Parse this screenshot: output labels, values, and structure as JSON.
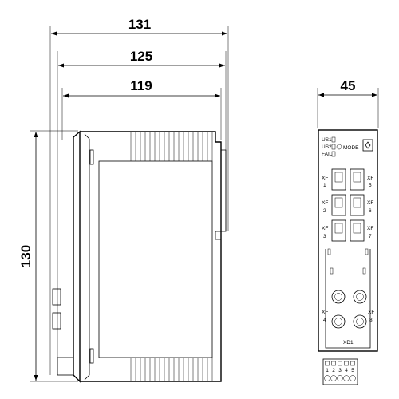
{
  "dimensions": {
    "overall_depth": "131",
    "depth_middle": "125",
    "depth_inner": "119",
    "height": "130",
    "width": "45"
  },
  "front_panel": {
    "led_us1": "US1",
    "led_us2": "US2",
    "mode_label": "MODE",
    "led_fail": "FAIL",
    "port_xf1_name": "XF",
    "port_xf1_num": "1",
    "port_xf2_name": "XF",
    "port_xf2_num": "2",
    "port_xf3_name": "XF",
    "port_xf3_num": "3",
    "port_xf5_name": "XF",
    "port_xf5_num": "5",
    "port_xf6_name": "XF",
    "port_xf6_num": "6",
    "port_xf7_name": "XF",
    "port_xf7_num": "7",
    "port_xf4_name": "XF",
    "port_xf4_num": "4",
    "port_xf8_name": "XF",
    "port_xf8_num": "8",
    "connector_label": "XD1",
    "terminal_pins": [
      "1",
      "2",
      "3",
      "4",
      "5"
    ]
  }
}
